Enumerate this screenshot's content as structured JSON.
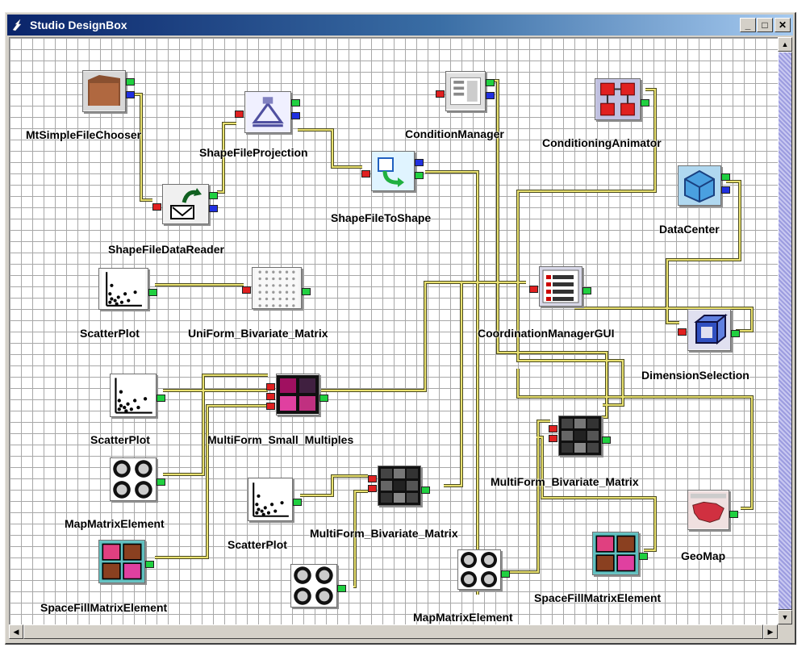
{
  "window": {
    "title": "Studio DesignBox",
    "min_glyph": "_",
    "max_glyph": "□",
    "close_glyph": "✕",
    "icon": "lightning-app-icon"
  },
  "scrollbar": {
    "up_glyph": "▲",
    "down_glyph": "▼",
    "left_glyph": "◀",
    "right_glyph": "▶"
  },
  "colors": {
    "titlebar_start": "#0a246a",
    "wire": "#e8e070",
    "port_input": "#e02020",
    "port_output_primary": "#20d040",
    "port_output_secondary": "#2030e0"
  },
  "components": [
    {
      "id": "mt-simple-file-chooser",
      "label": "MtSimpleFileChooser",
      "icon": "folder-icon"
    },
    {
      "id": "shape-file-projection",
      "label": "ShapeFileProjection",
      "icon": "projection-icon"
    },
    {
      "id": "condition-manager",
      "label": "ConditionManager",
      "icon": "panel-icon"
    },
    {
      "id": "conditioning-animator",
      "label": "ConditioningAnimator",
      "icon": "animator-grid-icon"
    },
    {
      "id": "shape-file-to-shape",
      "label": "ShapeFileToShape",
      "icon": "shape-convert-icon"
    },
    {
      "id": "data-center",
      "label": "DataCenter",
      "icon": "data-cube-icon"
    },
    {
      "id": "shape-file-data-reader",
      "label": "ShapeFileDataReader",
      "icon": "reader-arrow-icon"
    },
    {
      "id": "scatter-plot-1",
      "label": "ScatterPlot",
      "icon": "scatter-icon"
    },
    {
      "id": "uniform-bivariate-matrix",
      "label": "UniForm_Bivariate_Matrix",
      "icon": "dot-matrix-icon"
    },
    {
      "id": "coordination-manager-gui",
      "label": "CoordinationManagerGUI",
      "icon": "panel-list-icon"
    },
    {
      "id": "dimension-selection",
      "label": "DimensionSelection",
      "icon": "cube-icon"
    },
    {
      "id": "scatter-plot-2",
      "label": "ScatterPlot",
      "icon": "scatter-icon"
    },
    {
      "id": "multiform-small-multiples",
      "label": "MultiForm_Small_Multiples",
      "icon": "small-multiples-icon"
    },
    {
      "id": "map-matrix-element-1",
      "label": "MapMatrixElement",
      "icon": "map-matrix-icon"
    },
    {
      "id": "multiform-bivariate-matrix-1",
      "label": "MultiForm_Bivariate_Matrix",
      "icon": "bivariate-matrix-icon"
    },
    {
      "id": "scatter-plot-3",
      "label": "ScatterPlot",
      "icon": "scatter-icon"
    },
    {
      "id": "multiform-bivariate-matrix-2",
      "label": "MultiForm_Bivariate_Matrix",
      "icon": "bivariate-matrix-icon"
    },
    {
      "id": "geo-map",
      "label": "GeoMap",
      "icon": "geo-map-icon"
    },
    {
      "id": "space-fill-matrix-element-1",
      "label": "SpaceFillMatrixElement",
      "icon": "space-fill-icon"
    },
    {
      "id": "map-matrix-element-2",
      "label": "MapMatrixElement",
      "icon": "map-matrix-icon"
    },
    {
      "id": "map-matrix-element-3",
      "label": "MapMatrixElement",
      "icon": "map-matrix-icon"
    },
    {
      "id": "space-fill-matrix-element-2",
      "label": "SpaceFillMatrixElement",
      "icon": "space-fill-icon"
    }
  ]
}
